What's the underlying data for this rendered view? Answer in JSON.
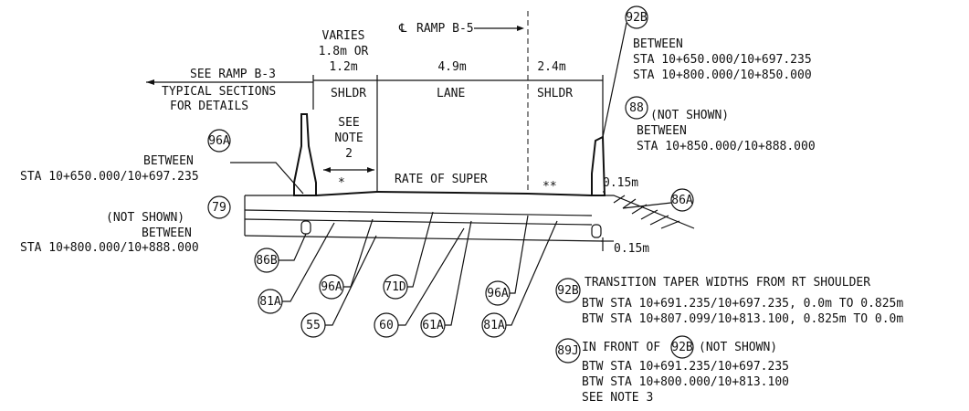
{
  "top": {
    "centerline": "RAMP B-5",
    "varies": [
      "VARIES",
      "1.8m OR",
      "1.2m"
    ],
    "lane_width": "4.9m",
    "right_shldr_width": "2.4m",
    "see_ramp": "SEE RAMP B-3",
    "typical": [
      "TYPICAL SECTIONS",
      "FOR DETAILS"
    ],
    "shldr": "SHLDR",
    "lane": "LANE",
    "shldr_right": "SHLDR",
    "see_note": [
      "SEE",
      "NOTE",
      "2"
    ],
    "rate_of_super": "RATE OF SUPER",
    "star_single": "*",
    "star_double": "**",
    "dim_015_top": "0.15m",
    "dim_015_bottom": "0.15m"
  },
  "callouts": {
    "c92B": "92B",
    "c88": "88",
    "c96A_left": "96A",
    "c79": "79",
    "c86A": "86A",
    "c86B": "86B",
    "c96A_mid": "96A",
    "c71D": "71D",
    "c96A_right": "96A",
    "c81A_left": "81A",
    "c55": "55",
    "c60": "60",
    "c61A": "61A",
    "c81A_right": "81A",
    "c92B_note": "92B",
    "c89J": "89J",
    "c92B_inline": "92B"
  },
  "notes": {
    "n92B_between": "BETWEEN",
    "n92B_sta1": "STA 10+650.000/10+697.235",
    "n92B_sta2": "STA 10+800.000/10+850.000",
    "n88_not_shown": "(NOT SHOWN)",
    "n88_between": "BETWEEN",
    "n88_sta": "STA 10+850.000/10+888.000",
    "n96A_between": "BETWEEN",
    "n96A_sta": "STA 10+650.000/10+697.235",
    "n79_not_shown": "(NOT SHOWN)",
    "n79_between": "BETWEEN",
    "n79_sta": "STA 10+800.000/10+888.000",
    "transition_title": "TRANSITION TAPER WIDTHS FROM RT SHOULDER",
    "transition_1": "BTW STA 10+691.235/10+697.235, 0.0m TO 0.825m",
    "transition_2": "BTW STA 10+807.099/10+813.100, 0.825m TO 0.0m",
    "front_of": "IN FRONT OF",
    "front_not_shown": "(NOT SHOWN)",
    "front_1": "BTW STA 10+691.235/10+697.235",
    "front_2": "BTW STA 10+800.000/10+813.100",
    "front_3": "SEE NOTE 3"
  }
}
